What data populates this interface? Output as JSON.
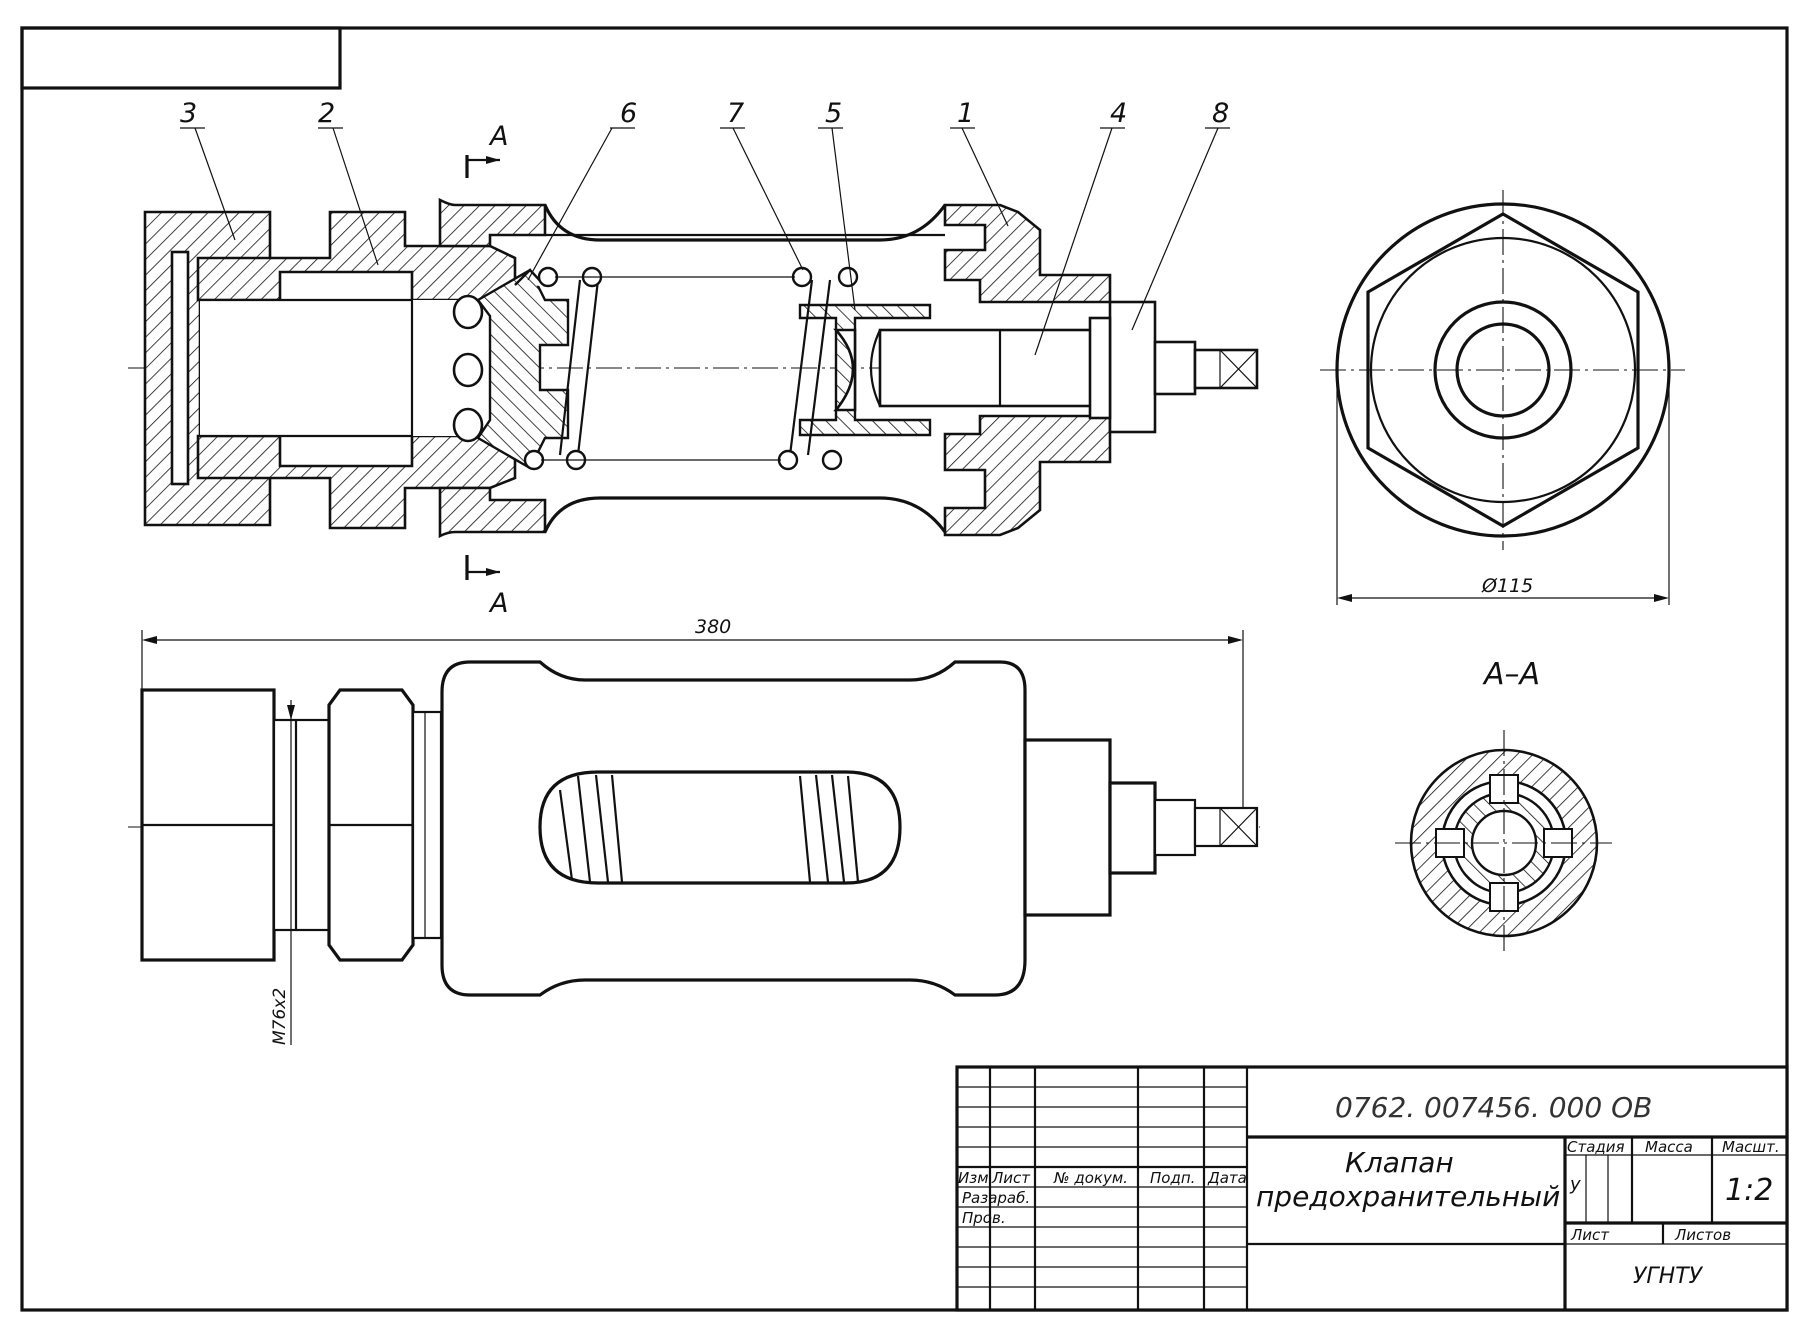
{
  "drawing": {
    "section_label": "A",
    "section_view_title": "A–A",
    "callouts": [
      "3",
      "2",
      "6",
      "7",
      "5",
      "1",
      "4",
      "8"
    ],
    "dimensions": {
      "overall_length": "380",
      "diameter": "Ø115",
      "thread": "M76x2"
    }
  },
  "title_block": {
    "designation": "0762. 007456. 000 ОВ",
    "name_line1": "Клапан",
    "name_line2": "предохранительный",
    "headers": {
      "change": "Изм",
      "sheet": "Лист",
      "doc_no": "№ докум.",
      "signature": "Подп.",
      "date": "Дата"
    },
    "roles": {
      "developed": "Разараб.",
      "checked": "Пров."
    },
    "stage_label": "Стадия",
    "stage_value": "у",
    "mass_label": "Масса",
    "scale_label": "Масшт.",
    "scale_value": "1:2",
    "sheet_label": "Лист",
    "sheets_label": "Листов",
    "organization": "УГНТУ"
  }
}
